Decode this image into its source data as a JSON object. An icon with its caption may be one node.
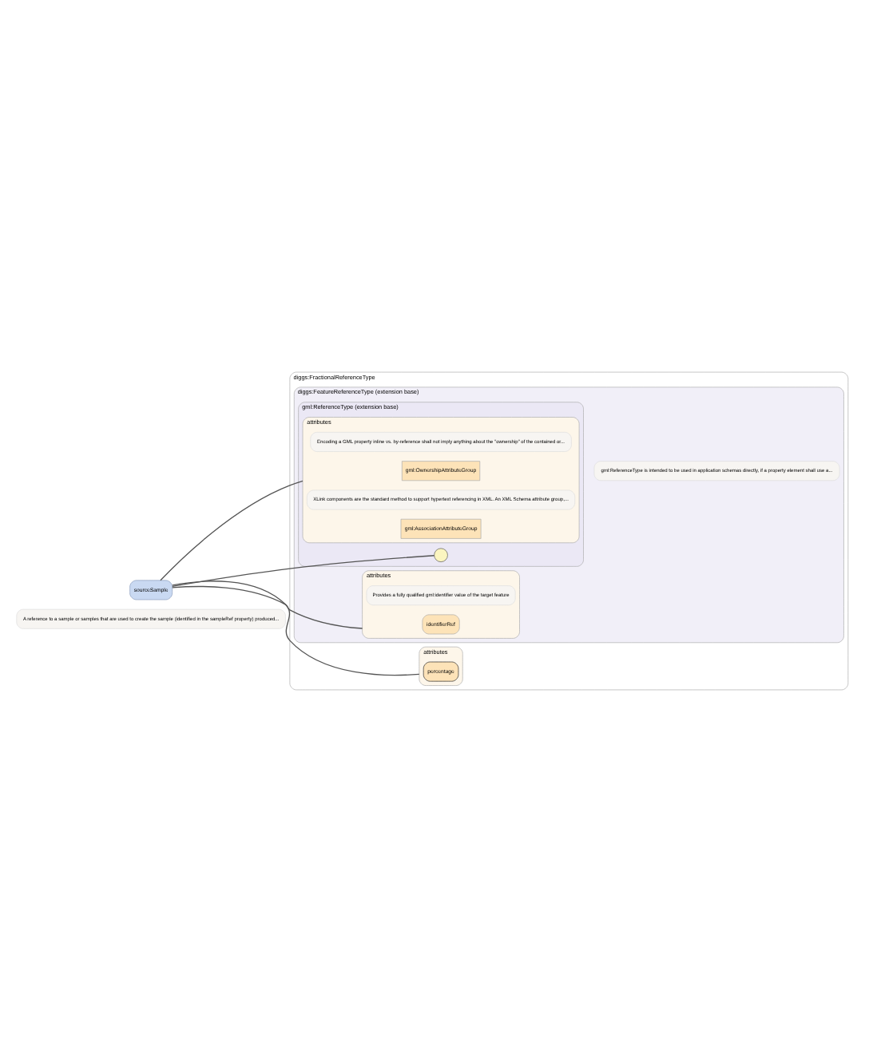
{
  "diagram": {
    "nodes": [
      {
        "text": [
          "sourceSample"
        ],
        "beside": [
          "A reference to a sample or samples that are used to create the sample (identified in the sampleRef property) produced..."
        ]
      },
      {
        "text": [
          "diggs:FractionalReferenceType"
        ]
      },
      {
        "text": [
          "diggs:FeatureReferenceType (extension base)"
        ],
        "in": 1
      },
      {
        "text": [
          "gml:ReferenceType (extension base)"
        ],
        "in": 2,
        "beside": [
          "gml:ReferenceType is intended to be used in application schemas directly, if a property element shall use a..."
        ]
      },
      {
        "text": [
          "attributes"
        ],
        "in": 3
      },
      {
        "text": [
          "gml:OwnershipAttributeGroup"
        ],
        "in": 4,
        "beside": [
          "Encoding a GML property inline vs. by-reference shall not imply anything about the ”ownership” of the contained or..."
        ]
      },
      {
        "text": [
          "gml:AssociationAttributeGroup"
        ],
        "in": 4,
        "beside": [
          "XLink components are the standard method to support hypertext referencing in XML. An XML Schema attribute group,..."
        ]
      },
      {
        "text": [],
        "shape": "circle",
        "in": 3
      },
      {
        "text": [
          "attributes"
        ],
        "in": 2
      },
      {
        "text": [
          "identifierRef"
        ],
        "in": 8,
        "beside": [
          "Provides a fully qualified gml:identifier value of the target feature"
        ]
      },
      {
        "text": [
          "attributes"
        ],
        "in": 1
      },
      {
        "text": [
          "percentage"
        ],
        "in": 10
      }
    ],
    "edges": [
      {
        "from": 0,
        "to": 4,
        "arrow": "none"
      },
      {
        "from": 0,
        "to": 7,
        "arrow": "none"
      },
      {
        "from": 0,
        "to": 8,
        "arrow": "none"
      },
      {
        "from": 0,
        "to": 10,
        "arrow": "none"
      }
    ]
  }
}
